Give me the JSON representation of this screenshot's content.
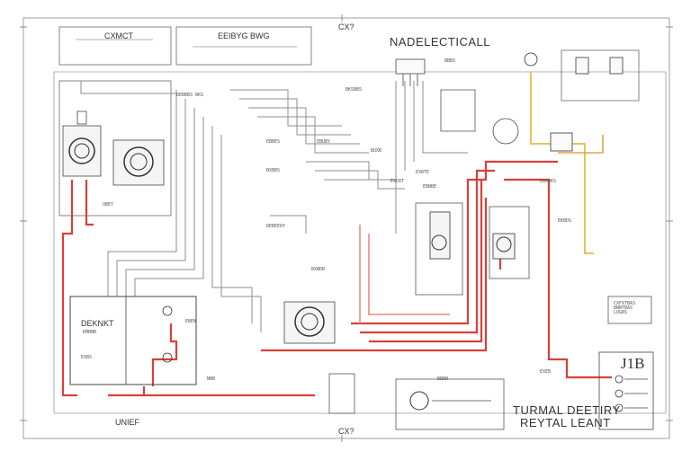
{
  "title": "NADELECTICALL",
  "header_box_left": "CXMCT",
  "header_box_mid": "EEIBYG BWG",
  "top_center_mark": "CX?",
  "bottom_center_mark": "CX?",
  "bottom_left_label": "UNIEF",
  "panel_left_label": "DEKNKT",
  "panel_left_sub": "KMBNB",
  "panel_j_label": "J1B",
  "bottom_right_title_line1": "TURMAL DEETIRY",
  "bottom_right_title_line2": "REYTAL LEANT",
  "right_note": "CXFXTBAS\nBNNTBAS\nLOGBS",
  "small_labels": [
    "DEBBBS BKS",
    "BKSBBS",
    "EBBES",
    "EBUBY",
    "BXBBS",
    "BUXB",
    "EXBTE",
    "EBNBE",
    "DEBEEDY",
    "BXNDB",
    "EXCRT",
    "EBXBKS",
    "EKBDS",
    "UBEY",
    "EBEN",
    "EXBS",
    "NBB",
    "BBBS",
    "BBBN",
    "EXEB"
  ],
  "colors": {
    "red_wire": "#d9403a",
    "red_wire_light": "#e98a80",
    "orange_wire": "#e4a24a",
    "yellow_wire": "#e8c25a",
    "grey_wire": "#8c8c8c",
    "line": "#555555"
  }
}
